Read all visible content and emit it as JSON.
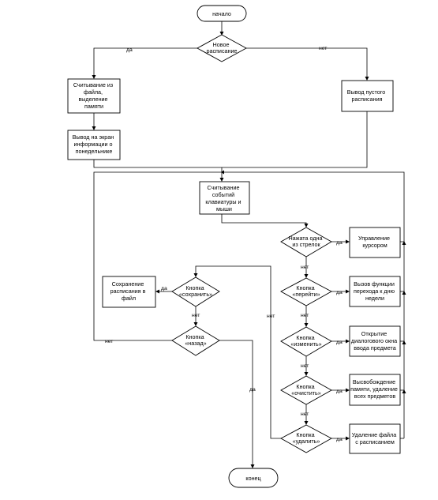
{
  "diagram": {
    "nodes": {
      "start": "начало",
      "check_new": [
        "Новое",
        "расписание"
      ],
      "read_file": [
        "Считывание из",
        "файла,",
        "выделение",
        "памяти"
      ],
      "empty_schedule": [
        "Вывод пустого",
        "расписания"
      ],
      "show_monday": [
        "Вывод на экран",
        "информации о",
        "понедельнике"
      ],
      "read_events": [
        "Считывание",
        "событий",
        "клавиатуры и",
        "мыши"
      ],
      "arrow_pressed": [
        "Нажата одна",
        "из стрелок"
      ],
      "cursor_control": [
        "Управление",
        "курсором"
      ],
      "btn_save": [
        "Кнопка",
        "«сохранить»"
      ],
      "save_file": [
        "Сохранение",
        "расписания в",
        "файл"
      ],
      "btn_goto": [
        "Кнопка",
        "«перейти»"
      ],
      "goto_day": [
        "Вызов функции",
        "перехода к дню",
        "недели"
      ],
      "btn_back": [
        "Кнопка",
        "«назад»"
      ],
      "btn_change": [
        "Кнопка",
        "«изменить»"
      ],
      "edit_dialog": [
        "Открытие",
        "диалогового окна",
        "ввода предмета"
      ],
      "btn_clear": [
        "Кнопка",
        "«очистить»"
      ],
      "free_memory": [
        "Высвобождение",
        "памяти, удаление",
        "всех предметов"
      ],
      "btn_delete": [
        "Кнопка",
        "«удалить»"
      ],
      "delete_file": [
        "Удаление файла",
        "с расписанием"
      ],
      "end": "конец"
    },
    "edge_labels": {
      "yes": "да",
      "no": "нет"
    }
  }
}
